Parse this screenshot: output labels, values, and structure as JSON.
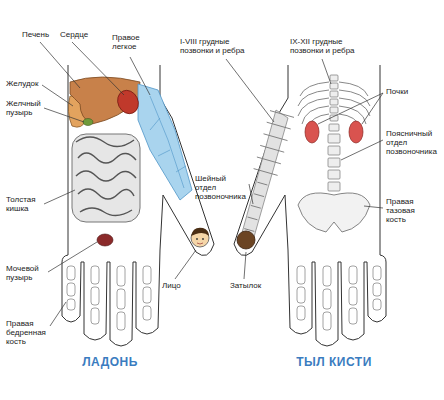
{
  "diagram": {
    "labels": [
      "Печень",
      "Сердце",
      "Правое легкое",
      "Желудок",
      "Желчный пузырь",
      "Толстая кишка",
      "Мочевой пузырь",
      "Правая бедренная кость",
      "Лицо",
      "ЛАДОНЬ",
      "I-VIII грудные позвонки и ребра",
      "Шейный отдел позвоночника",
      "Затылок",
      "IX-XII грудные позвонки и ребра",
      "Почки",
      "Поясничный отдел позвоночника",
      "Правая тазовая кость",
      "ТЫЛ КИСТИ"
    ]
  }
}
